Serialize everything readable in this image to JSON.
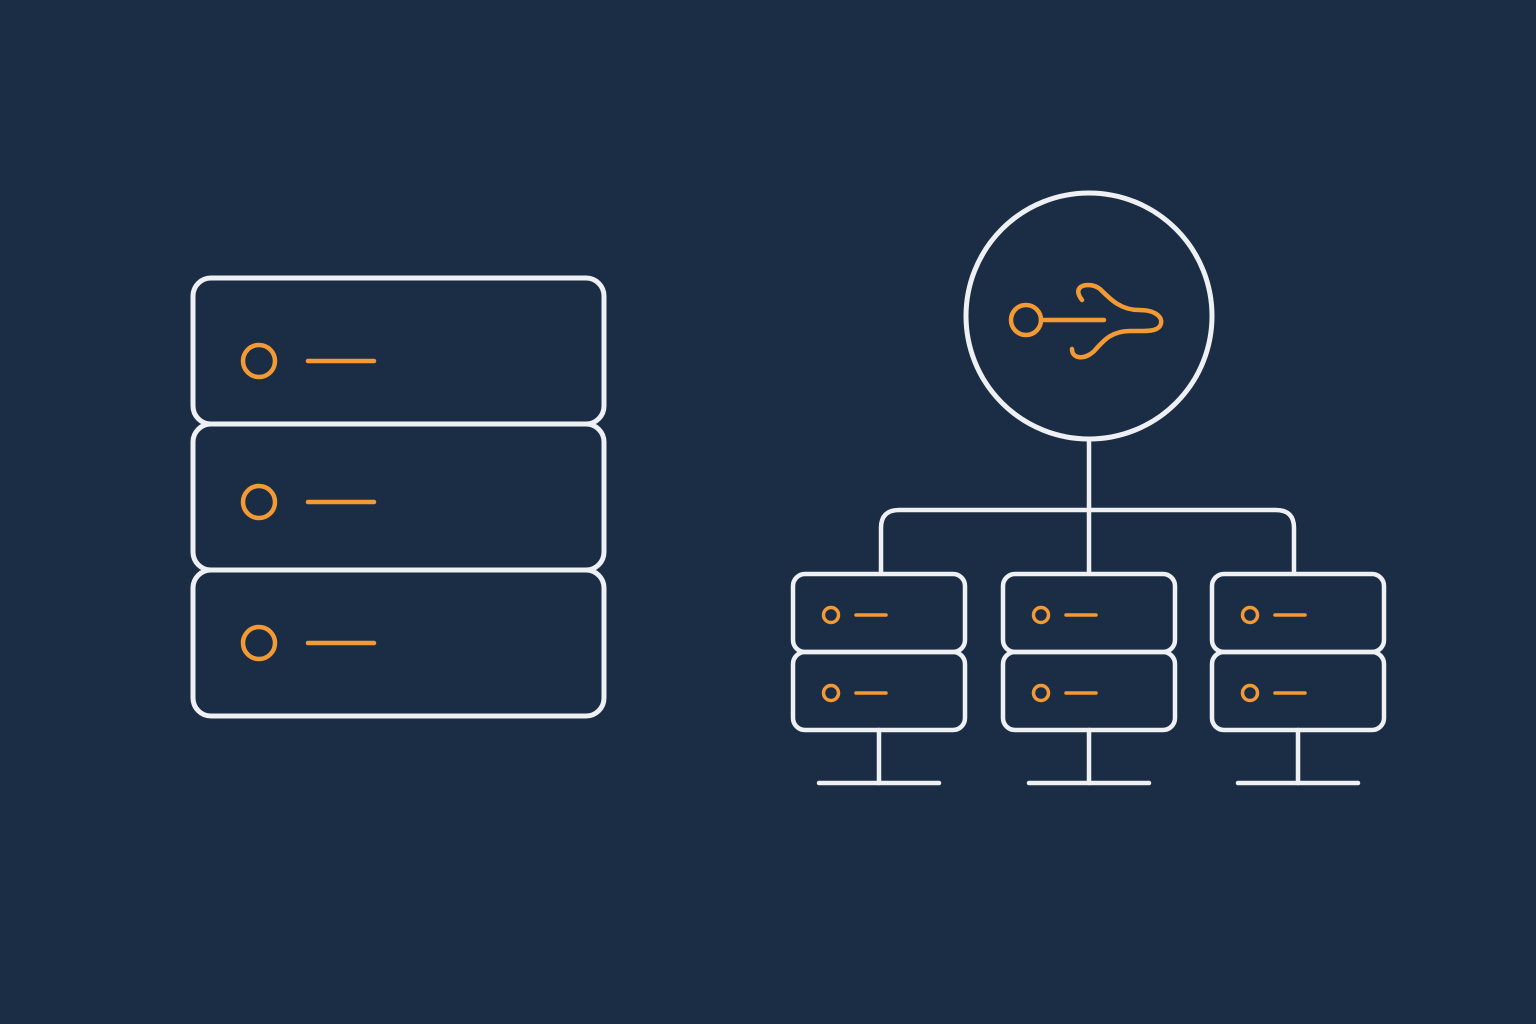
{
  "colors": {
    "background": "#1B2D45",
    "outline": "#EEF0F3",
    "accent": "#F39A35"
  },
  "icons": {
    "left_stack": "server-stack-icon",
    "hub": "usb-network-hub-icon",
    "hub_symbol": "usb-symbol-icon",
    "child_servers": "server-icon",
    "indicator": "status-light-icon"
  },
  "diagram": {
    "left_server_units": 3,
    "network_children": 3,
    "units_per_child_server": 2
  }
}
